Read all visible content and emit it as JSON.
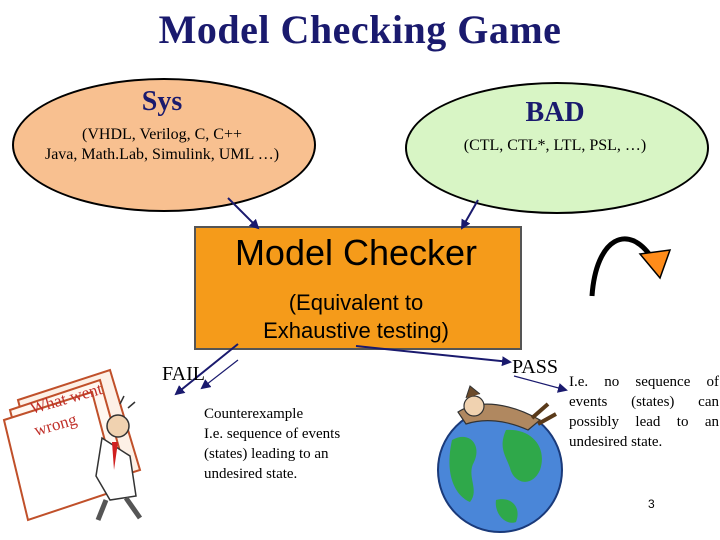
{
  "title": "Model Checking Game",
  "sys": {
    "title": "Sys",
    "languages_line1": "(VHDL, Verilog, C, C++",
    "languages_line2": "Java, Math.Lab, Simulink, UML …)",
    "color": "#f8c090"
  },
  "bad": {
    "title": "BAD",
    "logics": "(CTL, CTL*, LTL, PSL, …)",
    "color": "#d8f5c5"
  },
  "model_checker": {
    "title": "Model Checker",
    "subtitle_line1": "(Equivalent to",
    "subtitle_line2": "Exhaustive testing)",
    "color": "#f59b1a"
  },
  "fail": {
    "label": "FAIL",
    "clipart_text_line1": "What went",
    "clipart_text_line2": "wrong",
    "line1": "Counterexample",
    "line2": "I.e. sequence of events",
    "line3": "(states)  leading to an",
    "line4": "undesired state."
  },
  "pass": {
    "label": "PASS",
    "description": "I.e. no sequence of events (states) can possibly lead to an undesired state."
  },
  "page_number": "3",
  "icons": [
    "curved-arrow-icon",
    "worried-person-papers-icon",
    "relaxed-person-globe-icon"
  ]
}
